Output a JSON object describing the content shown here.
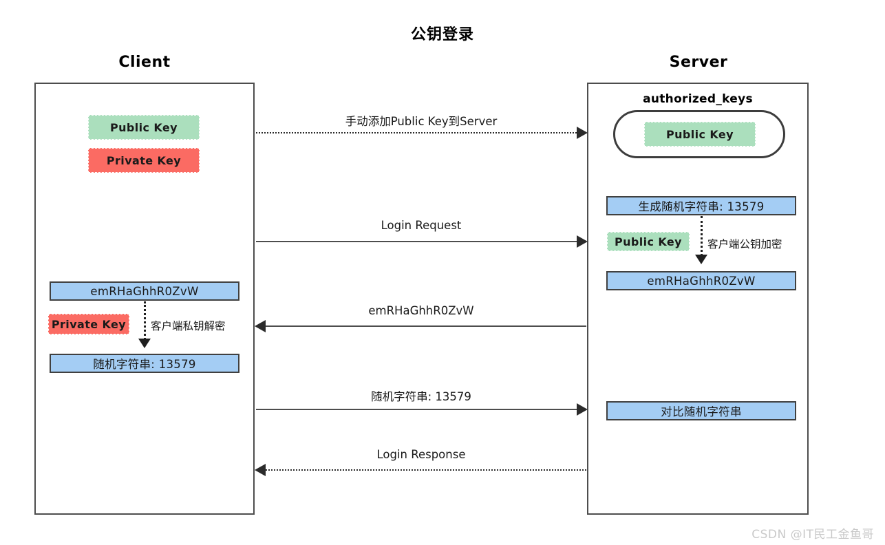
{
  "diagram": {
    "title": "公钥登录",
    "columns": {
      "client": "Client",
      "server": "Server"
    },
    "client_nodes": {
      "public_key": "Public Key",
      "private_key": "Private Key",
      "cipher": "emRHaGhhR0ZvW",
      "private_key_2": "Private Key",
      "plain": "随机字符串: 13579",
      "decrypt_label": "客户端私钥解密"
    },
    "server_nodes": {
      "authorized_keys_label": "authorized_keys",
      "stored_public_key": "Public Key",
      "random": "生成随机字符串: 13579",
      "public_key_2": "Public Key",
      "encrypt_label": "客户端公钥加密",
      "cipher": "emRHaGhhR0ZvW",
      "compare": "对比随机字符串"
    },
    "messages": [
      {
        "id": "msg1",
        "label": "手动添加Public Key到Server",
        "direction": "right",
        "style": "dotted"
      },
      {
        "id": "msg2",
        "label": "Login Request",
        "direction": "right",
        "style": "solid"
      },
      {
        "id": "msg3",
        "label": "emRHaGhhR0ZvW",
        "direction": "left",
        "style": "solid"
      },
      {
        "id": "msg4",
        "label": "随机字符串: 13579",
        "direction": "right",
        "style": "solid"
      },
      {
        "id": "msg5",
        "label": "Login Response",
        "direction": "left",
        "style": "dotted"
      }
    ],
    "watermark": "CSDN @IT民工金鱼哥",
    "colors": {
      "public_key_bg": "#abdfbd",
      "private_key_bg": "#fb6b63",
      "process_bg": "#a4cdf4",
      "line": "#4d4d4d",
      "box_border": "#404040",
      "watermark": "#c9c9c9"
    }
  }
}
